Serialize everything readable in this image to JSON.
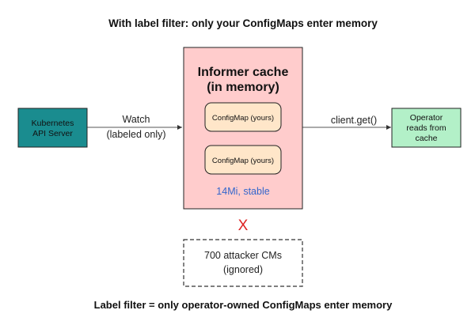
{
  "diagram": {
    "title": "With label filter: only your ConfigMaps enter memory",
    "footer": "Label filter = only operator-owned ConfigMaps enter memory",
    "api_server": {
      "line1": "Kubernetes",
      "line2": "API Server"
    },
    "watch_edge": {
      "line1": "Watch",
      "line2": "(labeled only)"
    },
    "cache": {
      "title_line1": "Informer cache",
      "title_line2": "(in memory)",
      "items": [
        {
          "label": "ConfigMap (yours)"
        },
        {
          "label": "ConfigMap (yours)"
        }
      ],
      "status": "14Mi, stable"
    },
    "get_edge": {
      "label": "client.get()"
    },
    "operator": {
      "line1": "Operator",
      "line2": "reads from",
      "line3": "cache"
    },
    "blocked_mark": "X",
    "attacker": {
      "line1": "700 attacker CMs",
      "line2": "(ignored)"
    },
    "colors": {
      "api_server_fill": "#1a8c8f",
      "cache_fill": "#ffcccc",
      "item_fill": "#ffe6c9",
      "operator_fill": "#b3f0c8",
      "status_text": "#3366cc",
      "blocked_mark": "#dd2222"
    }
  }
}
